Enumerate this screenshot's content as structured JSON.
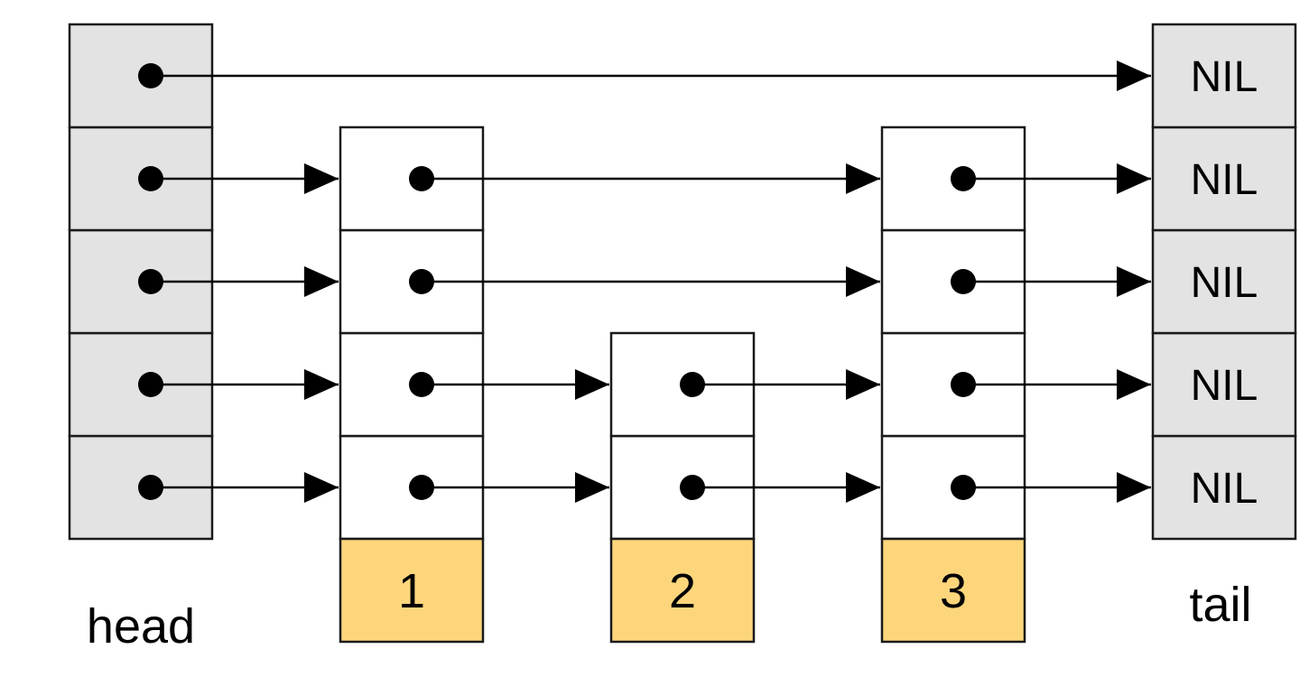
{
  "colors": {
    "head_tail_fill": "#e3e3e3",
    "node_fill": "#ffffff",
    "key_fill": "#fdd67c",
    "line": "#1a1a1a"
  },
  "head": {
    "label": "head",
    "levels": 5
  },
  "tail": {
    "label": "tail",
    "levels": 5,
    "cell_text": "NIL"
  },
  "nodes": [
    {
      "key": "1",
      "levels": 4
    },
    {
      "key": "2",
      "levels": 2
    },
    {
      "key": "3",
      "levels": 4
    }
  ]
}
